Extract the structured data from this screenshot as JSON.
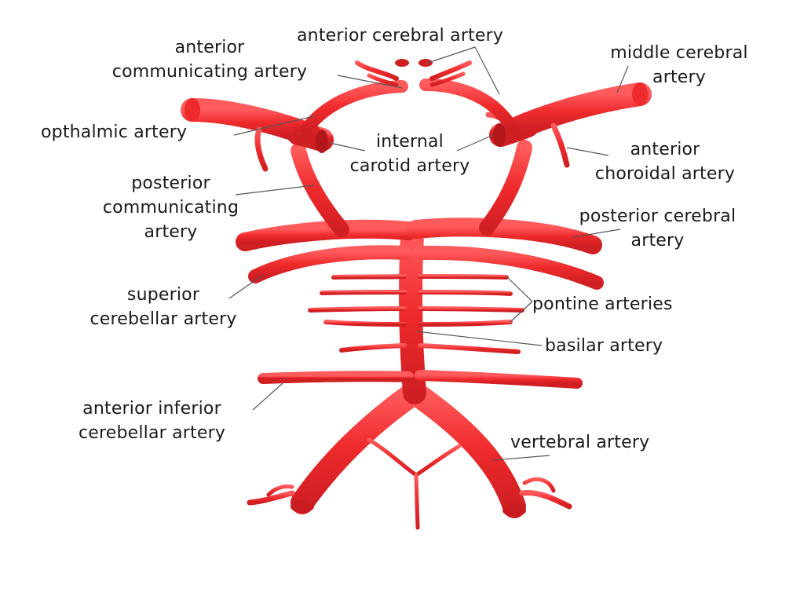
{
  "diagram": {
    "artery_color": "#ee2a2c",
    "artery_shadow": "#c81c20",
    "artery_highlight": "#ff7a7a",
    "leader_color": "#555555",
    "labels": {
      "anterior_cerebral": [
        "anterior cerebral artery"
      ],
      "anterior_communicating": [
        "anterior",
        "communicating artery"
      ],
      "middle_cerebral": [
        "middle cerebral",
        "artery"
      ],
      "opthalmic": [
        "opthalmic artery"
      ],
      "internal_carotid": [
        "internal",
        "carotid artery"
      ],
      "anterior_choroidal": [
        "anterior",
        "choroidal artery"
      ],
      "posterior_communicating": [
        "posterior",
        "communicating",
        "artery"
      ],
      "posterior_cerebral": [
        "posterior cerebral",
        "artery"
      ],
      "superior_cerebellar": [
        "superior",
        "cerebellar artery"
      ],
      "pontine": [
        "pontine arteries"
      ],
      "basilar": [
        "basilar artery"
      ],
      "anterior_inferior_cerebellar": [
        "anterior inferior",
        "cerebellar artery"
      ],
      "vertebral": [
        "vertebral artery"
      ]
    }
  }
}
